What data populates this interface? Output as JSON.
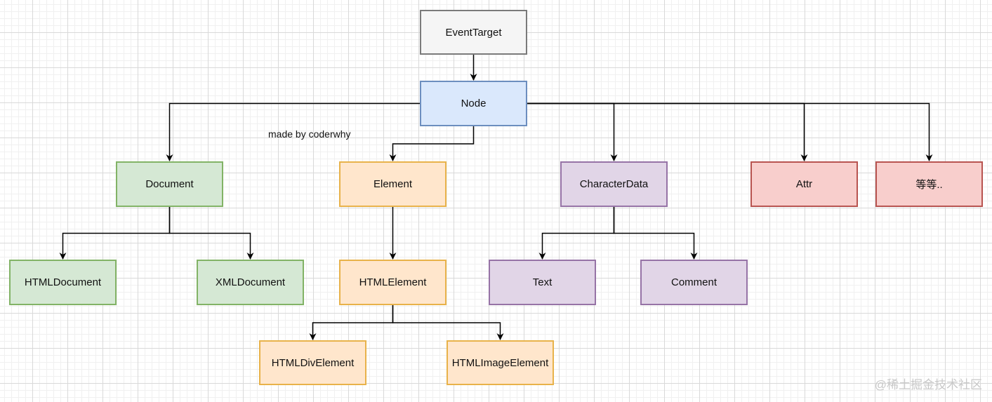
{
  "diagram": {
    "annotation": "made by coderwhy",
    "watermark": "@稀土掘金技术社区",
    "colors": {
      "gray": {
        "fill": "#f5f5f5",
        "stroke": "#7a7a7a"
      },
      "blue": {
        "fill": "#dae8fc",
        "stroke": "#6c8ebf"
      },
      "green": {
        "fill": "#d5e8d4",
        "stroke": "#82b366"
      },
      "orange": {
        "fill": "#ffe6cc",
        "stroke": "#e8b24a"
      },
      "purple": {
        "fill": "#e1d5e7",
        "stroke": "#9673a6"
      },
      "red": {
        "fill": "#f8cecc",
        "stroke": "#b85450"
      },
      "edge": "#000000"
    },
    "nodes": [
      {
        "id": "eventtarget",
        "label": "EventTarget",
        "color": "gray"
      },
      {
        "id": "node",
        "label": "Node",
        "color": "blue"
      },
      {
        "id": "document",
        "label": "Document",
        "color": "green"
      },
      {
        "id": "element",
        "label": "Element",
        "color": "orange"
      },
      {
        "id": "characterdata",
        "label": "CharacterData",
        "color": "purple"
      },
      {
        "id": "attr",
        "label": "Attr",
        "color": "red"
      },
      {
        "id": "etc",
        "label": "等等..",
        "color": "red"
      },
      {
        "id": "htmldocument",
        "label": "HTMLDocument",
        "color": "green"
      },
      {
        "id": "xmldocument",
        "label": "XMLDocument",
        "color": "green"
      },
      {
        "id": "htmlelement",
        "label": "HTMLElement",
        "color": "orange"
      },
      {
        "id": "text",
        "label": "Text",
        "color": "purple"
      },
      {
        "id": "comment",
        "label": "Comment",
        "color": "purple"
      },
      {
        "id": "htmldivelement",
        "label": "HTMLDivElement",
        "color": "orange"
      },
      {
        "id": "htmlimageelement",
        "label": "HTMLImageElement",
        "color": "orange"
      }
    ],
    "edges": [
      {
        "from": "eventtarget",
        "to": "node"
      },
      {
        "from": "node",
        "to": "document"
      },
      {
        "from": "node",
        "to": "element"
      },
      {
        "from": "node",
        "to": "characterdata"
      },
      {
        "from": "node",
        "to": "attr"
      },
      {
        "from": "node",
        "to": "etc"
      },
      {
        "from": "document",
        "to": "htmldocument"
      },
      {
        "from": "document",
        "to": "xmldocument"
      },
      {
        "from": "element",
        "to": "htmlelement"
      },
      {
        "from": "characterdata",
        "to": "text"
      },
      {
        "from": "characterdata",
        "to": "comment"
      },
      {
        "from": "htmlelement",
        "to": "htmldivelement"
      },
      {
        "from": "htmlelement",
        "to": "htmlimageelement"
      }
    ]
  }
}
